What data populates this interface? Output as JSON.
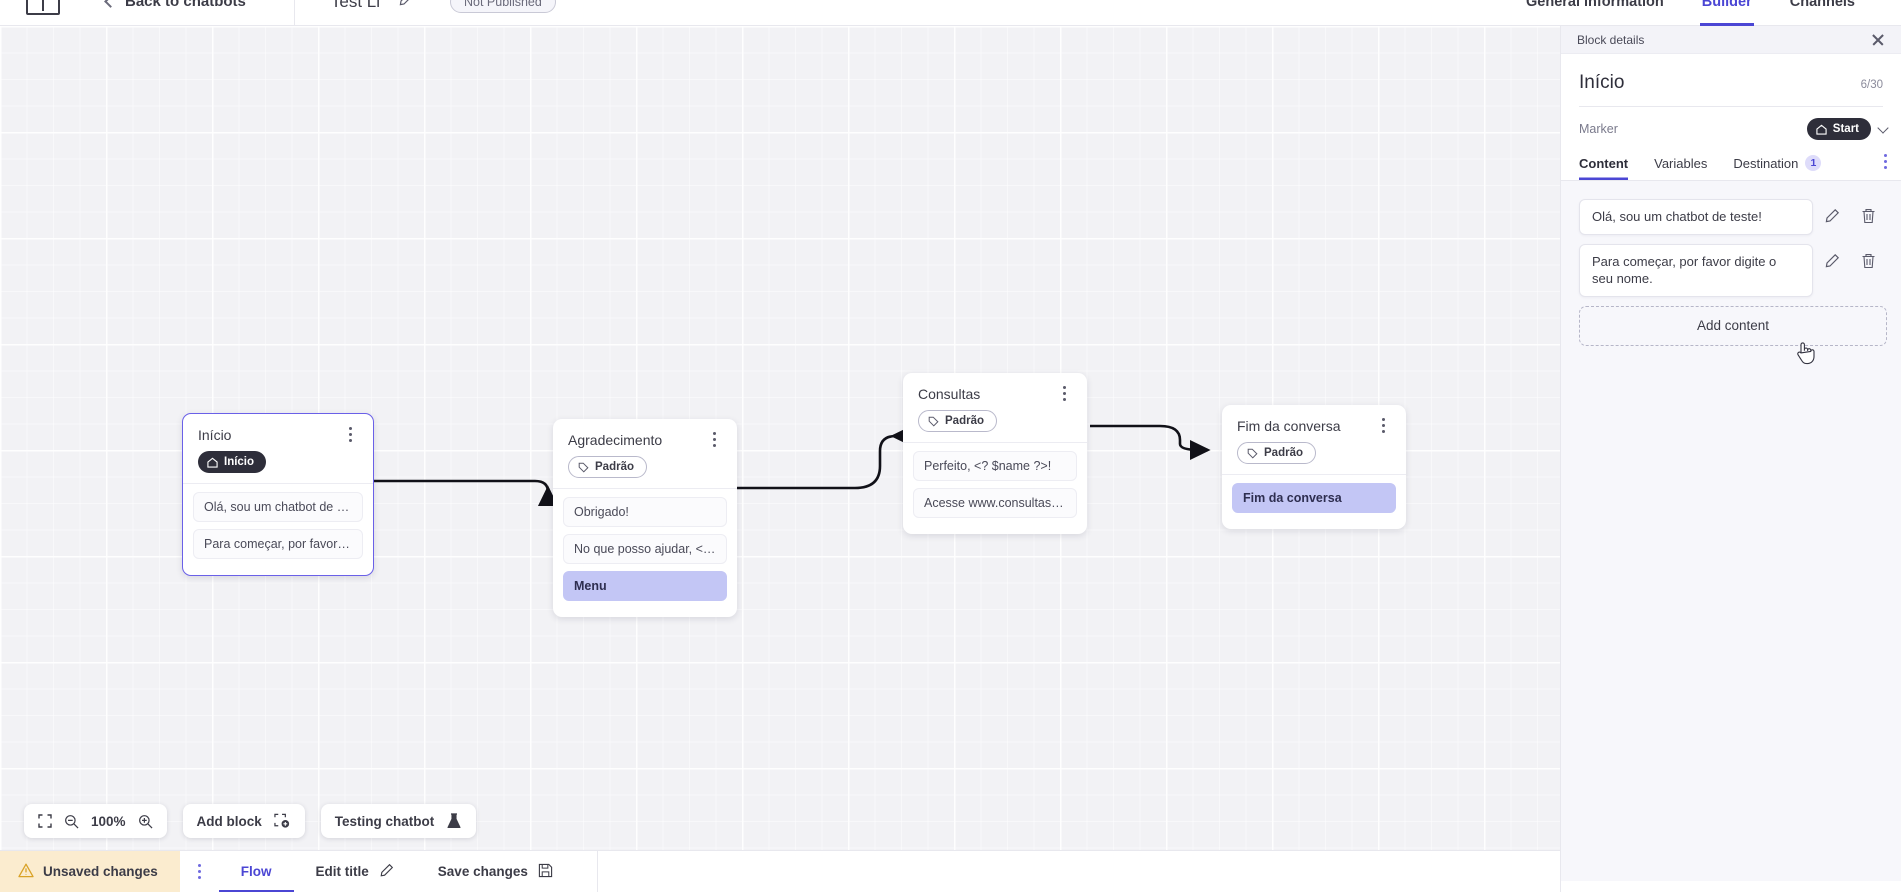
{
  "header": {
    "logo_name": "app-logo",
    "back_label": "Back to chatbots",
    "bot_name": "Test Li",
    "publish_badge": "Not Published",
    "tabs": [
      {
        "label": "General information",
        "active": false
      },
      {
        "label": "Builder",
        "active": true
      },
      {
        "label": "Channels",
        "active": false
      }
    ]
  },
  "canvas": {
    "zoom_level": "100%",
    "add_block_label": "Add block",
    "testing_label": "Testing chatbot",
    "nodes": [
      {
        "title": "Início",
        "tag": "Início",
        "tag_type": "start",
        "selected": true,
        "rows": [
          {
            "text": "Olá, sou um chatbot de teste!",
            "style": "normal"
          },
          {
            "text": "Para começar, por favor digite o ...",
            "style": "normal"
          }
        ]
      },
      {
        "title": "Agradecimento",
        "tag": "Padrão",
        "tag_type": "default",
        "selected": false,
        "rows": [
          {
            "text": "Obrigado!",
            "style": "normal"
          },
          {
            "text": "No que posso ajudar, <? $name ...",
            "style": "normal"
          },
          {
            "text": "Menu",
            "style": "menu"
          }
        ]
      },
      {
        "title": "Consultas",
        "tag": "Padrão",
        "tag_type": "default",
        "selected": false,
        "rows": [
          {
            "text": "Perfeito, <? $name ?>!",
            "style": "normal"
          },
          {
            "text": "Acesse www.consultas.com par...",
            "style": "normal"
          }
        ]
      },
      {
        "title": "Fim da conversa",
        "tag": "Padrão",
        "tag_type": "default",
        "selected": false,
        "rows": [
          {
            "text": "Fim da conversa",
            "style": "menu"
          }
        ]
      }
    ]
  },
  "panel": {
    "header_label": "Block details",
    "title": "Início",
    "char_count": "6/30",
    "marker_label": "Marker",
    "marker_value": "Start",
    "tabs": [
      {
        "label": "Content",
        "active": true,
        "badge": ""
      },
      {
        "label": "Variables",
        "active": false,
        "badge": ""
      },
      {
        "label": "Destination",
        "active": false,
        "badge": "1"
      }
    ],
    "contents": [
      {
        "text": "Olá, sou um chatbot de teste!"
      },
      {
        "text": "Para começar, por favor digite o seu nome."
      }
    ],
    "add_content_label": "Add content"
  },
  "bottom": {
    "unsaved_label": "Unsaved changes",
    "items": [
      {
        "label": "Flow",
        "active": true,
        "icon": ""
      },
      {
        "label": "Edit title",
        "active": false,
        "icon": "pencil-icon"
      },
      {
        "label": "Save changes",
        "active": false,
        "icon": "save-icon"
      }
    ]
  },
  "colors": {
    "accent": "#4b46d4",
    "node_selected_border": "#6a60e8",
    "menu_row": "#c3c6f5",
    "warning_bg": "#fbeccf"
  }
}
